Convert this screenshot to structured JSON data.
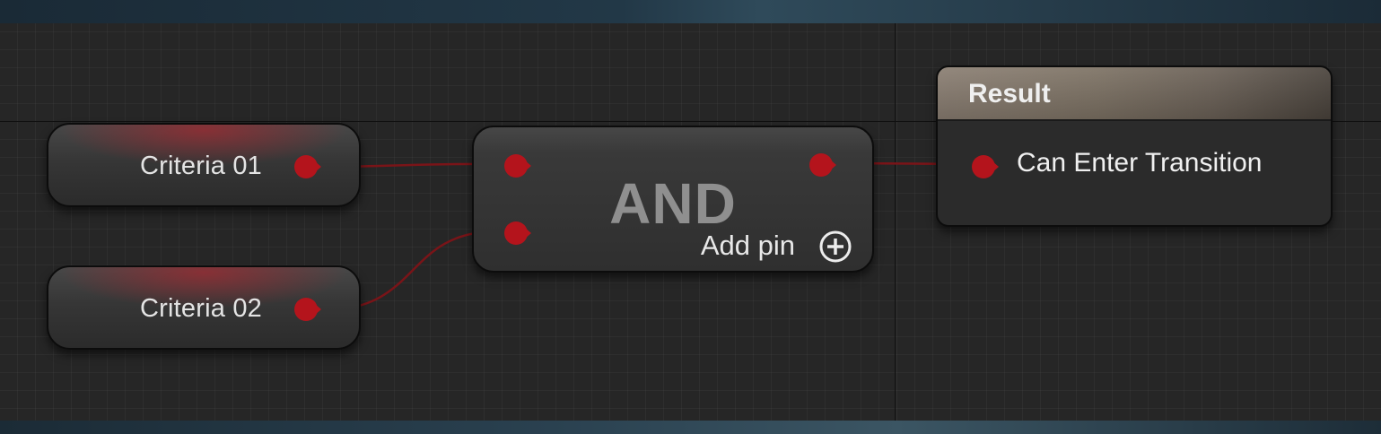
{
  "graph": {
    "criteria_nodes": [
      {
        "label": "Criteria 01"
      },
      {
        "label": "Criteria 02"
      }
    ],
    "and_node": {
      "title": "AND",
      "add_pin_label": "Add pin",
      "add_pin_icon": "plus-circle-icon"
    },
    "result_node": {
      "title": "Result",
      "input_label": "Can Enter Transition"
    },
    "colors": {
      "pin": "#b4141c",
      "wire": "#7a1418",
      "background": "#262626"
    }
  }
}
